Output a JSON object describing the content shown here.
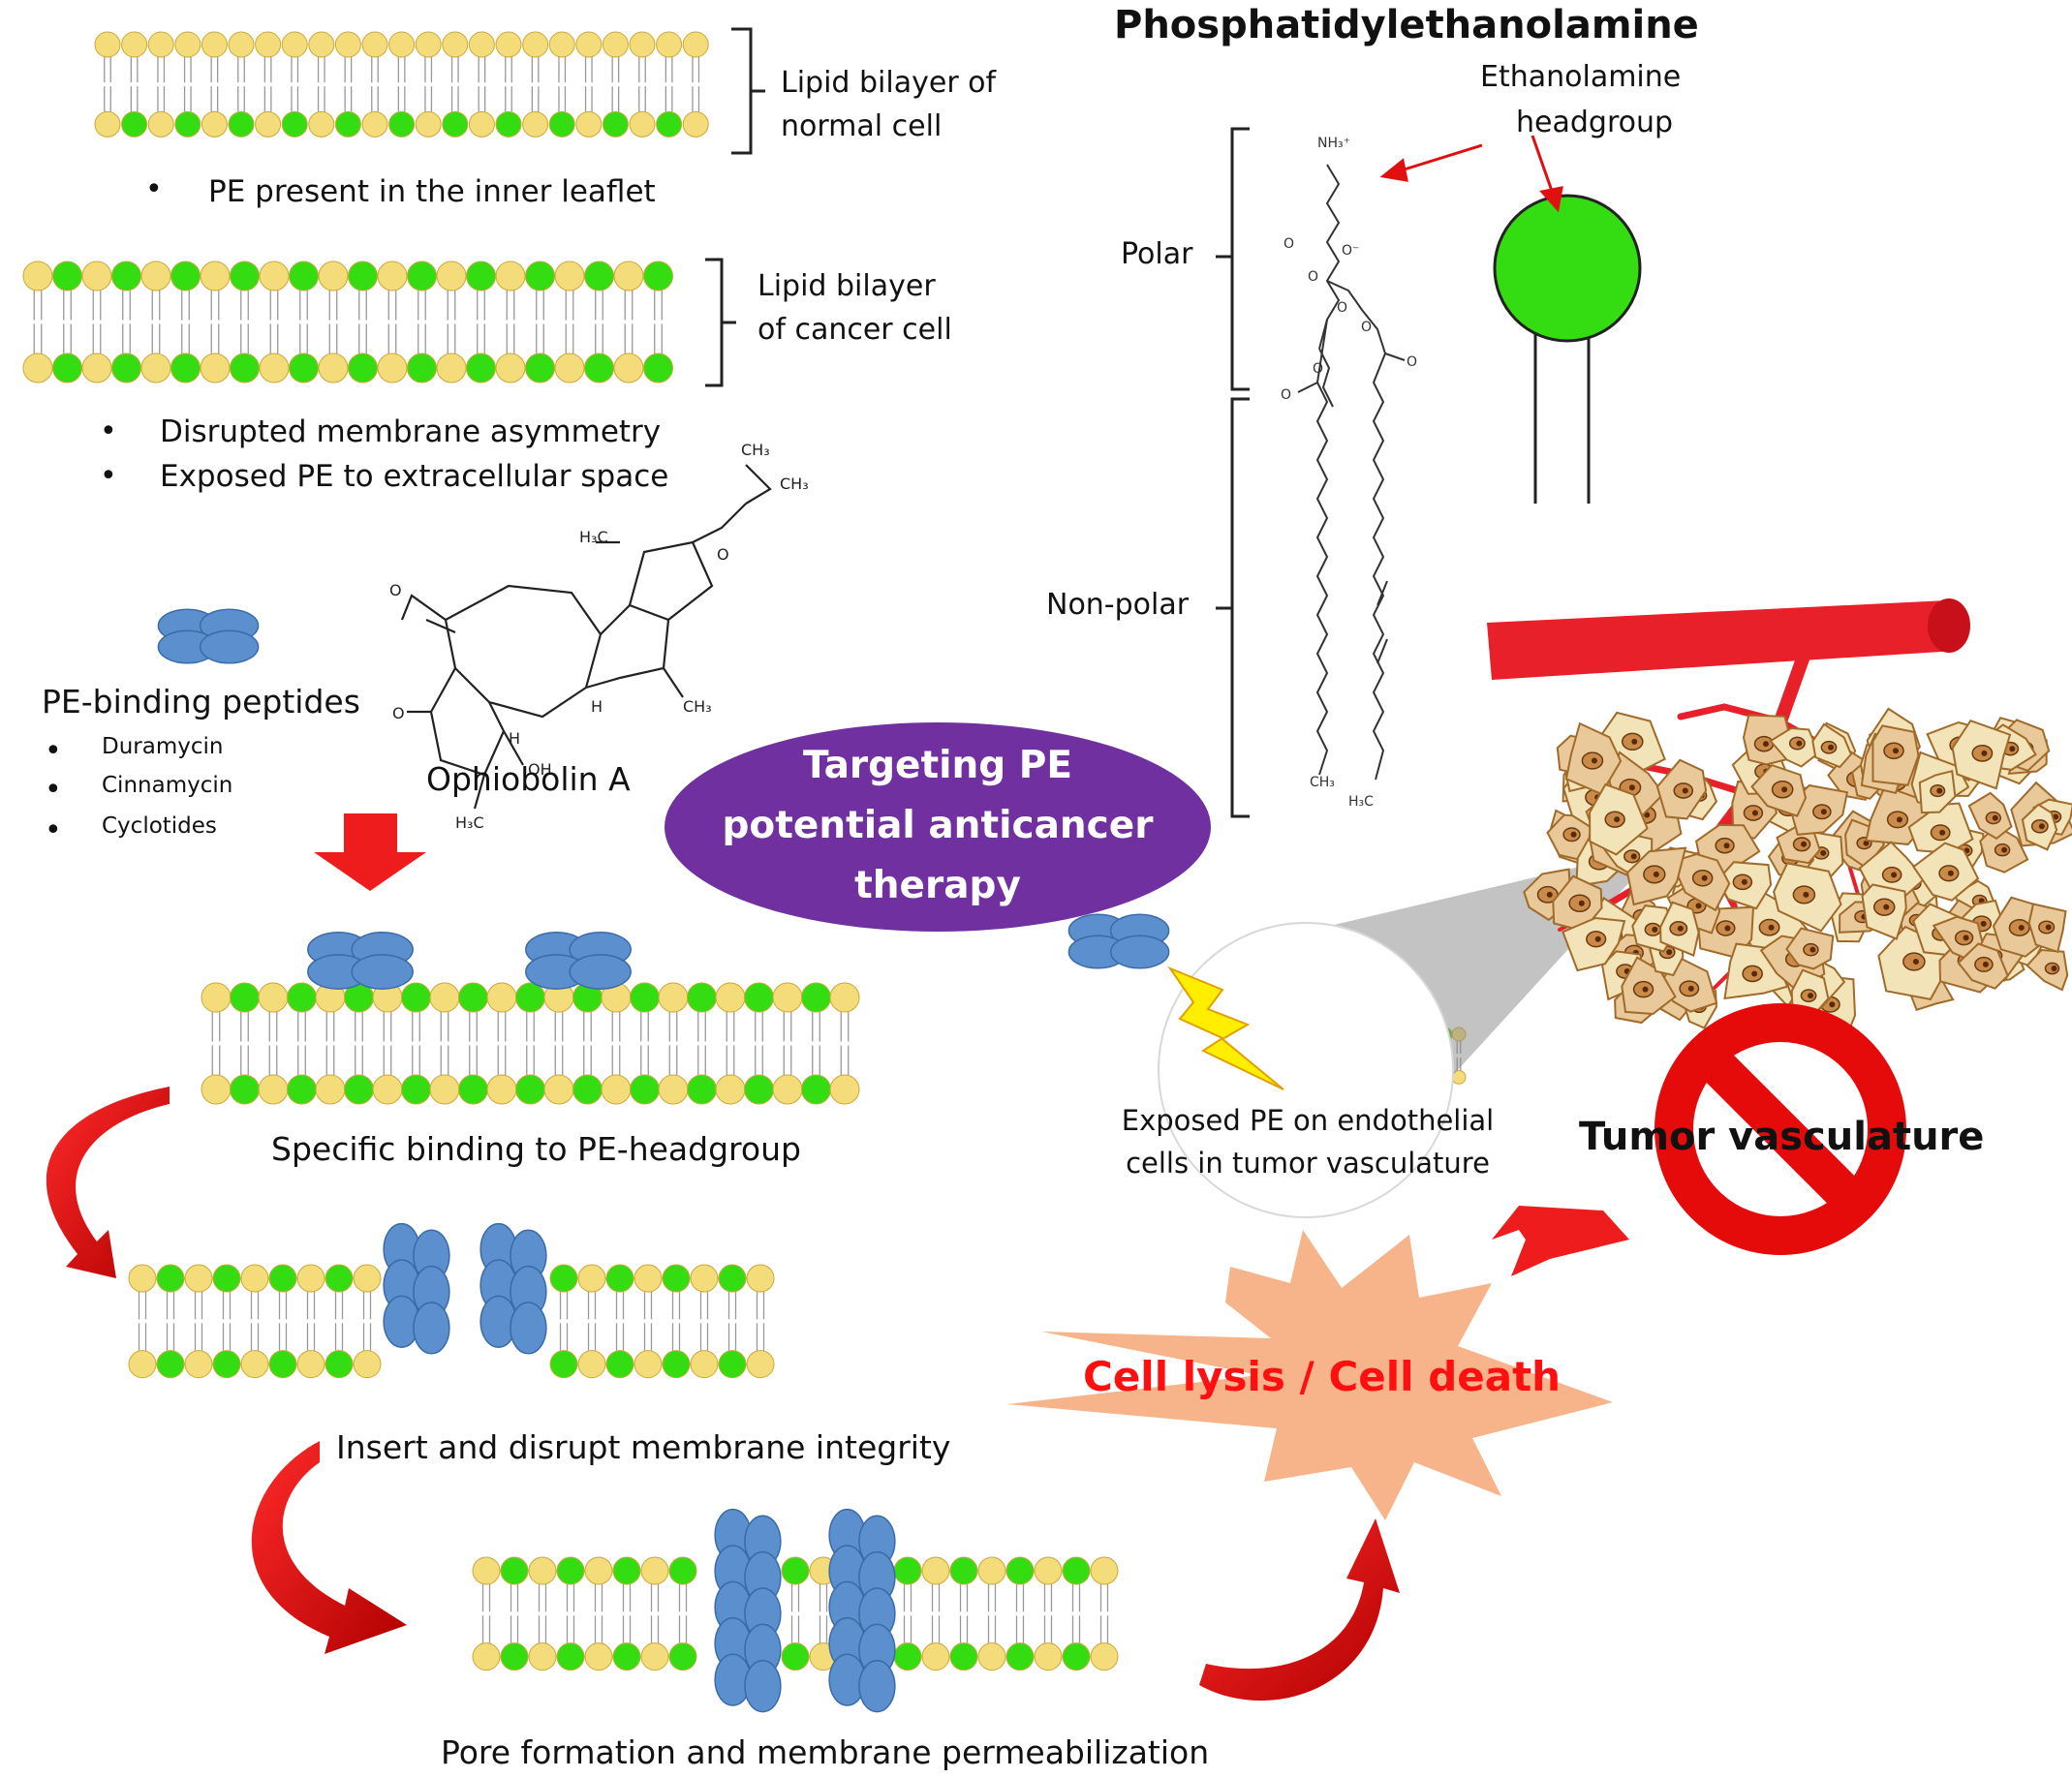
{
  "title": "Phosphatidylethanolamine",
  "bilayer_normal": {
    "label_line1": "Lipid bilayer of",
    "label_line2": "normal cell",
    "bullet": "PE present in the inner leaflet"
  },
  "bilayer_cancer": {
    "label_line1": "Lipid bilayer",
    "label_line2": "of cancer cell",
    "bullets": [
      "Disrupted membrane asymmetry",
      "Exposed PE to extracellular space"
    ]
  },
  "molecule": {
    "headgroup_line1": "Ethanolamine",
    "headgroup_line2": "headgroup",
    "polar": "Polar",
    "nonpolar": "Non-polar"
  },
  "peptides": {
    "title": "PE-binding peptides",
    "items": [
      "Duramycin",
      "Cinnamycin",
      "Cyclotides"
    ]
  },
  "compound_name": "Ophiobolin A",
  "center_label_lines": [
    "Targeting PE",
    "potential anticancer",
    "therapy"
  ],
  "steps": {
    "binding": "Specific binding to PE-headgroup",
    "insert": "Insert and disrupt membrane integrity",
    "pore": "Pore formation and membrane permeabilization"
  },
  "endothelial_caption_lines": [
    "Exposed PE on endothelial",
    "cells in tumor vasculature"
  ],
  "tumor_label": "Tumor vasculature",
  "outcome": "Cell lysis / Cell death",
  "colors": {
    "pe_headgroup": "#33dd11",
    "other_headgroup": "#f5dc7a",
    "peptide": "#5b8fcd",
    "arrow_red": "#ee1c1c",
    "oval_purple": "#7030a0",
    "burst": "#f7b48a",
    "vessel_red": "#e8202a"
  }
}
